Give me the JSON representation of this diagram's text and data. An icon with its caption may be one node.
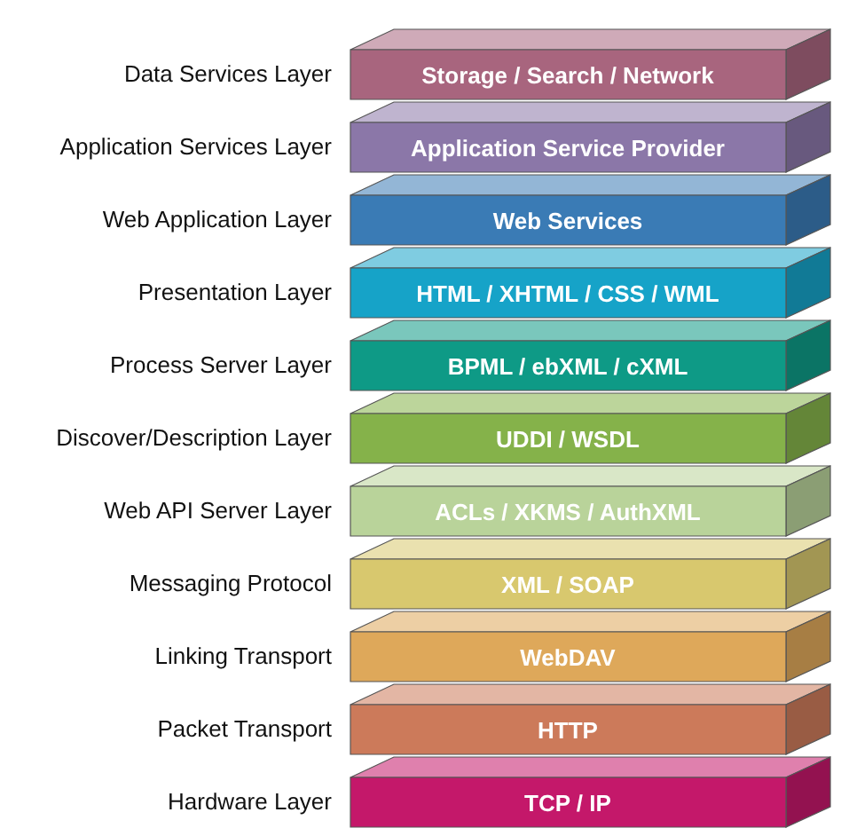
{
  "diagram": {
    "nodes": [
      {
        "text": [
          "Storage / Search / Network"
        ],
        "beside": [
          "Data Services Layer"
        ]
      },
      {
        "text": [
          "Application Service Provider"
        ],
        "beside": [
          "Application Services Layer"
        ]
      },
      {
        "text": [
          "Web Services"
        ],
        "beside": [
          "Web Application Layer"
        ]
      },
      {
        "text": [
          "HTML / XHTML / CSS / WML"
        ],
        "beside": [
          "Presentation Layer"
        ]
      },
      {
        "text": [
          "BPML / ebXML / cXML"
        ],
        "beside": [
          "Process Server Layer"
        ]
      },
      {
        "text": [
          "UDDI / WSDL"
        ],
        "beside": [
          "Discover/Description Layer"
        ]
      },
      {
        "text": [
          "ACLs / XKMS / AuthXML"
        ],
        "beside": [
          "Web API Server Layer"
        ]
      },
      {
        "text": [
          "XML / SOAP"
        ],
        "beside": [
          "Messaging Protocol"
        ]
      },
      {
        "text": [
          "WebDAV"
        ],
        "beside": [
          "Linking Transport"
        ]
      },
      {
        "text": [
          "HTTP"
        ],
        "beside": [
          "Packet Transport"
        ]
      },
      {
        "text": [
          "TCP / IP"
        ],
        "beside": [
          "Hardware Layer"
        ]
      }
    ]
  }
}
